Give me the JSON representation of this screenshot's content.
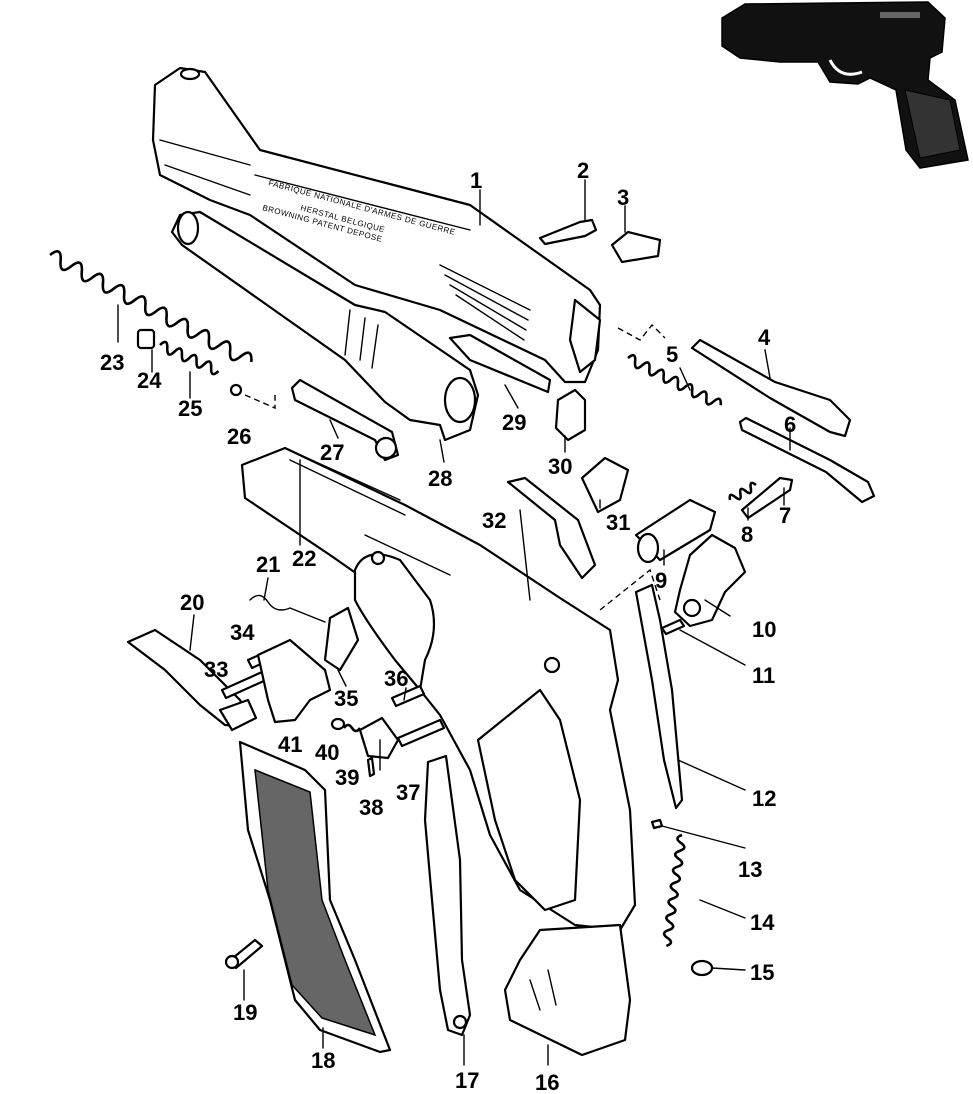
{
  "diagram": {
    "colors": {
      "ink": "#000000",
      "paper": "#ffffff"
    },
    "slide_stamp": [
      "FABRIQUE NATIONALE D'ARMES DE GUERRE",
      "HERSTAL  BELGIQUE",
      "BROWNING PATENT DEPOSE"
    ],
    "part_numbers": [
      "1",
      "2",
      "3",
      "4",
      "5",
      "6",
      "7",
      "8",
      "9",
      "10",
      "11",
      "12",
      "13",
      "14",
      "15",
      "16",
      "17",
      "18",
      "19",
      "20",
      "21",
      "22",
      "23",
      "24",
      "25",
      "26",
      "27",
      "28",
      "29",
      "30",
      "31",
      "32",
      "33",
      "34",
      "35",
      "36",
      "37",
      "38",
      "39",
      "40",
      "41"
    ]
  }
}
